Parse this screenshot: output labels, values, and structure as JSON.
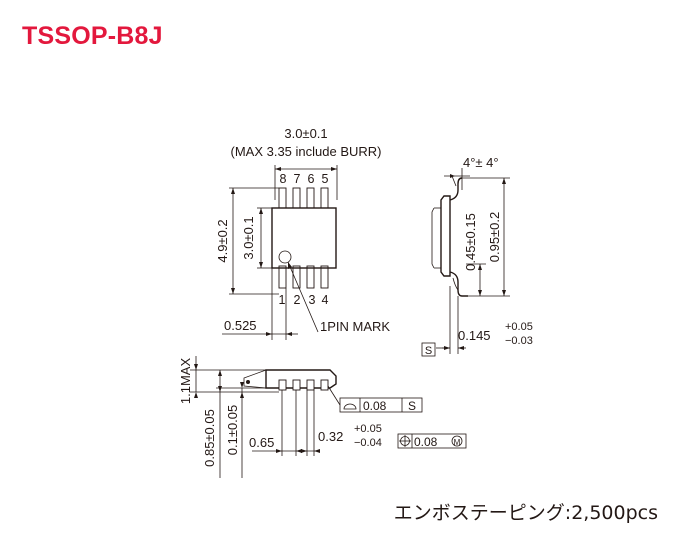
{
  "title": "TSSOP-B8J",
  "top_view": {
    "width_dim": "3.0±0.1",
    "width_note": "(MAX 3.35 include BURR)",
    "length_dim": "4.9±0.2",
    "body_dim": "3.0±0.1",
    "pins_top": [
      "8",
      "7",
      "6",
      "5"
    ],
    "pins_bottom": [
      "1",
      "2",
      "3",
      "4"
    ],
    "pin_offset_dim": "0.525",
    "pin1_mark": "1PIN MARK"
  },
  "side_view": {
    "angle": "4°± 4°",
    "dim_045": "0.45±0.15",
    "dim_095": "0.95±0.2",
    "lead_thickness": "0.145",
    "lead_thickness_tol_plus": "+0.05",
    "lead_thickness_tol_minus": "−0.03",
    "datum": "S"
  },
  "front_view": {
    "height_max": "1.1MAX",
    "dim_085": "0.85±0.05",
    "dim_01": "0.1±0.05",
    "pitch": "0.65",
    "lead_width": "0.32",
    "lead_width_tol_plus": "+0.05",
    "lead_width_tol_minus": "−0.04",
    "flatness_value": "0.08",
    "flatness_datum": "S",
    "position_value": "0.08",
    "position_modifier": "M"
  },
  "packaging": "エンボステーピング:2,500pcs"
}
